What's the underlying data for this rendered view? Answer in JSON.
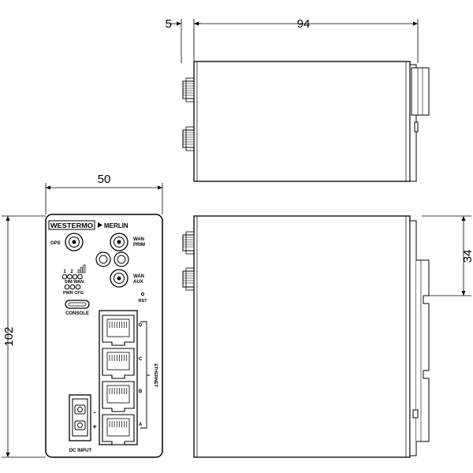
{
  "dimensions": {
    "top_offset": "5",
    "top_depth": "94",
    "front_width": "50",
    "front_height": "102",
    "side_rail": "34"
  },
  "brand": {
    "westermo": "WESTERMO",
    "merlin": "MERLIN"
  },
  "front_labels": {
    "gps": "GPS",
    "wan_prim_1": "WAN",
    "wan_prim_2": "PRIM",
    "wan_aux_1": "WAN",
    "wan_aux_2": "AUX",
    "sim_number_1": "1",
    "sim_number_2": "2",
    "sim_wan": "SIM WAN",
    "pwr_cfg": "PWR CFG",
    "console": "CONSOLE",
    "rst": "RST",
    "ethernet": "ETHERNET",
    "port_d": "D",
    "port_c": "C",
    "port_b": "B",
    "port_a": "A",
    "minus": "-",
    "plus": "+",
    "dc_input": "DC INPUT"
  },
  "icons": [
    "signal-bars-icon",
    "sma-connector-icon",
    "usb-c-port-icon",
    "rj45-port-icon",
    "terminal-block-icon",
    "led-indicator-icon"
  ]
}
